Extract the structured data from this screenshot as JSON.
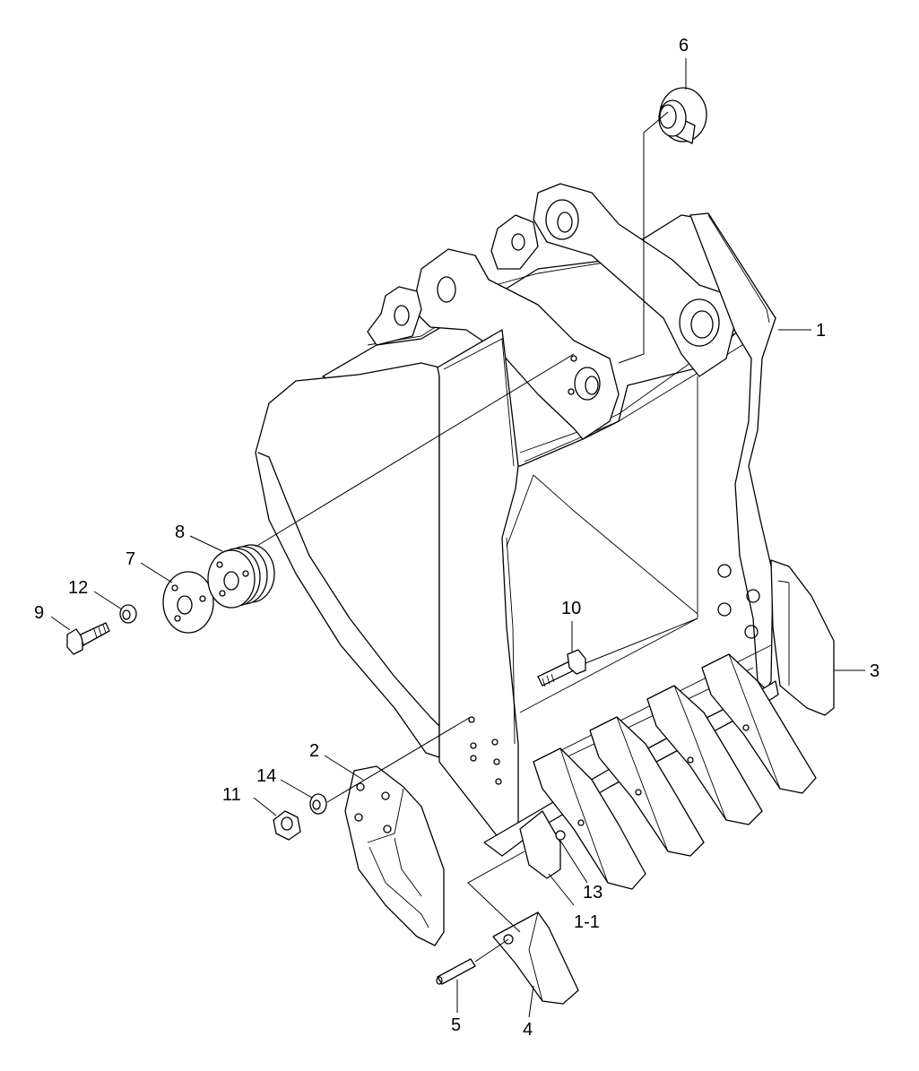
{
  "callouts": [
    {
      "id": "c1",
      "text": "1"
    },
    {
      "id": "c1-1",
      "text": "1-1"
    },
    {
      "id": "c2",
      "text": "2"
    },
    {
      "id": "c3",
      "text": "3"
    },
    {
      "id": "c4",
      "text": "4"
    },
    {
      "id": "c5",
      "text": "5"
    },
    {
      "id": "c6",
      "text": "6"
    },
    {
      "id": "c7",
      "text": "7"
    },
    {
      "id": "c8",
      "text": "8"
    },
    {
      "id": "c9",
      "text": "9"
    },
    {
      "id": "c10",
      "text": "10"
    },
    {
      "id": "c11",
      "text": "11"
    },
    {
      "id": "c12",
      "text": "12"
    },
    {
      "id": "c13",
      "text": "13"
    },
    {
      "id": "c14",
      "text": "14"
    }
  ]
}
